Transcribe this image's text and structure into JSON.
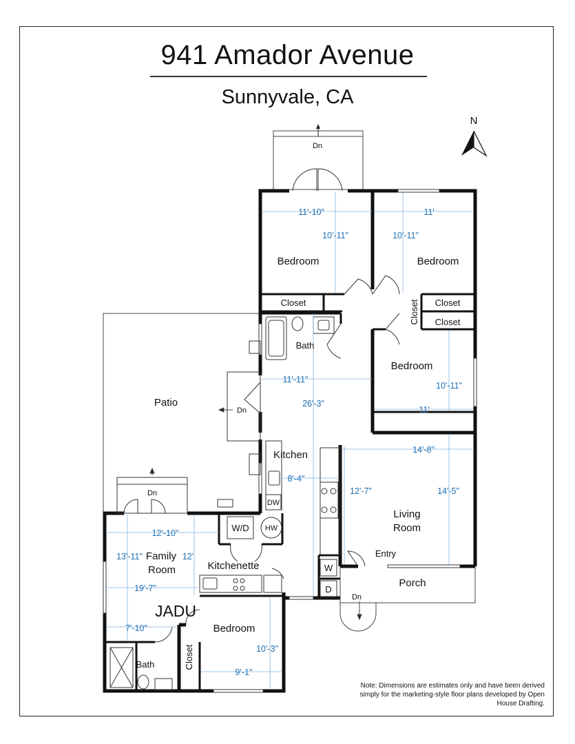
{
  "title": "941 Amador Avenue",
  "subtitle": "Sunnyvale, CA",
  "north_label": "N",
  "note": "Note: Dimensions are estimates only and have been derived simply for the marketing-style floor plans developed by Open House Drafting.",
  "rooms": {
    "bedroom_nw": "Bedroom",
    "bedroom_ne": "Bedroom",
    "bedroom_e": "Bedroom",
    "closet_nw": "Closet",
    "closet_ne1": "Closet",
    "closet_ne2": "Closet",
    "closet_hall": "Closet",
    "bath": "Bath",
    "patio": "Patio",
    "kitchen": "Kitchen",
    "living_1": "Living",
    "living_2": "Room",
    "entry": "Entry",
    "porch": "Porch",
    "family_1": "Family",
    "family_2": "Room",
    "kitchenette": "Kitchenette",
    "jadu": "JADU",
    "jadu_bedroom": "Bedroom",
    "jadu_bath": "Bath",
    "jadu_closet": "Closet",
    "wd": "W/D",
    "hw": "HW",
    "dw": "DW",
    "w": "W",
    "d": "D"
  },
  "stairs": {
    "top": "Dn",
    "patio": "Dn",
    "jadu": "Dn",
    "porch": "Dn"
  },
  "dimensions": {
    "bed_nw_w": "11'-10\"",
    "bed_nw_h": "10'-11\"",
    "bed_ne_w": "11'",
    "bed_ne_h": "10'-11\"",
    "bed_e_h": "10'-11\"",
    "bed_e_w": "11'",
    "hall_w": "11'-11\"",
    "hall_len": "26'-3\"",
    "kitchen_w": "8'-4\"",
    "living_w": "14'-8\"",
    "living_h1": "12'-7\"",
    "living_h2": "14'-5\"",
    "family_w": "12'-10\"",
    "family_h1": "13'-11\"",
    "family_h2": "12'",
    "family_len": "19'-7\"",
    "jadu_w": "7'-10\"",
    "jadu_bed_h": "10'-3\"",
    "jadu_bed_w": "9'-1\""
  }
}
